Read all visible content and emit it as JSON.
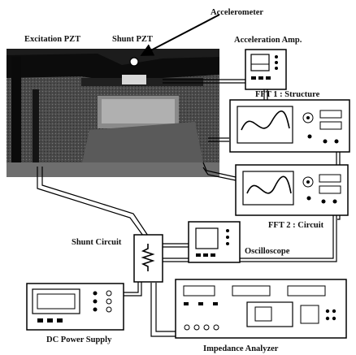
{
  "labels": {
    "accelerometer": "Accelerometer",
    "excitation_pzt": "Excitation PZT",
    "shunt_pzt": "Shunt PZT",
    "acceleration_amp": "Acceleration Amp.",
    "fft1": "FFT 1 : Structure",
    "fft2": "FFT 2 : Circuit",
    "shunt_circuit": "Shunt Circuit",
    "oscilloscope": "Oscilloscope",
    "dc_power_supply": "DC Power Supply",
    "impedance_analyzer": "Impedance Analyzer"
  }
}
